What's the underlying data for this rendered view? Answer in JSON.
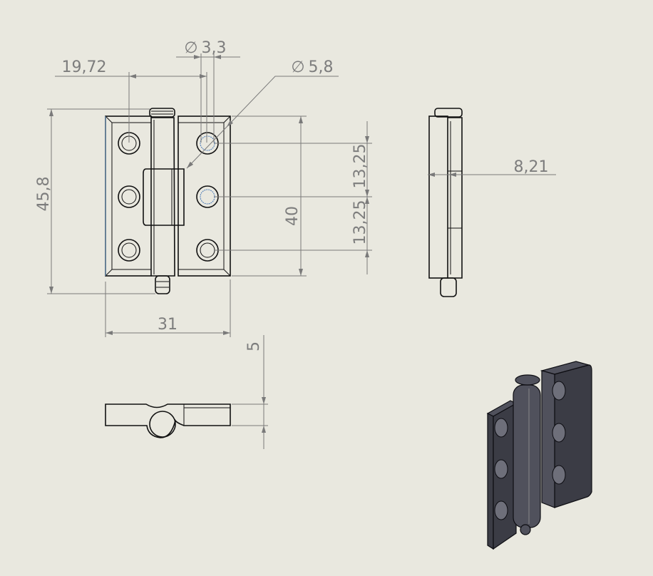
{
  "drawing": {
    "diameter_symbol": "∅",
    "dimensions": {
      "hole_small_diameter": "3,3",
      "hole_large_diameter": "5,8",
      "hole_spacing_across": "19,72",
      "overall_height": "45,8",
      "plate_height": "40",
      "hole_pitch_upper": "13,25",
      "hole_pitch_lower": "13,25",
      "side_thickness": "8,21",
      "overall_width": "31",
      "bottom_thickness": "5"
    },
    "colors": {
      "background": "#e9e8df",
      "dimension_lines": "#7a7a7a",
      "part_lines": "#111111",
      "iso_body": "#3b3c45"
    }
  }
}
